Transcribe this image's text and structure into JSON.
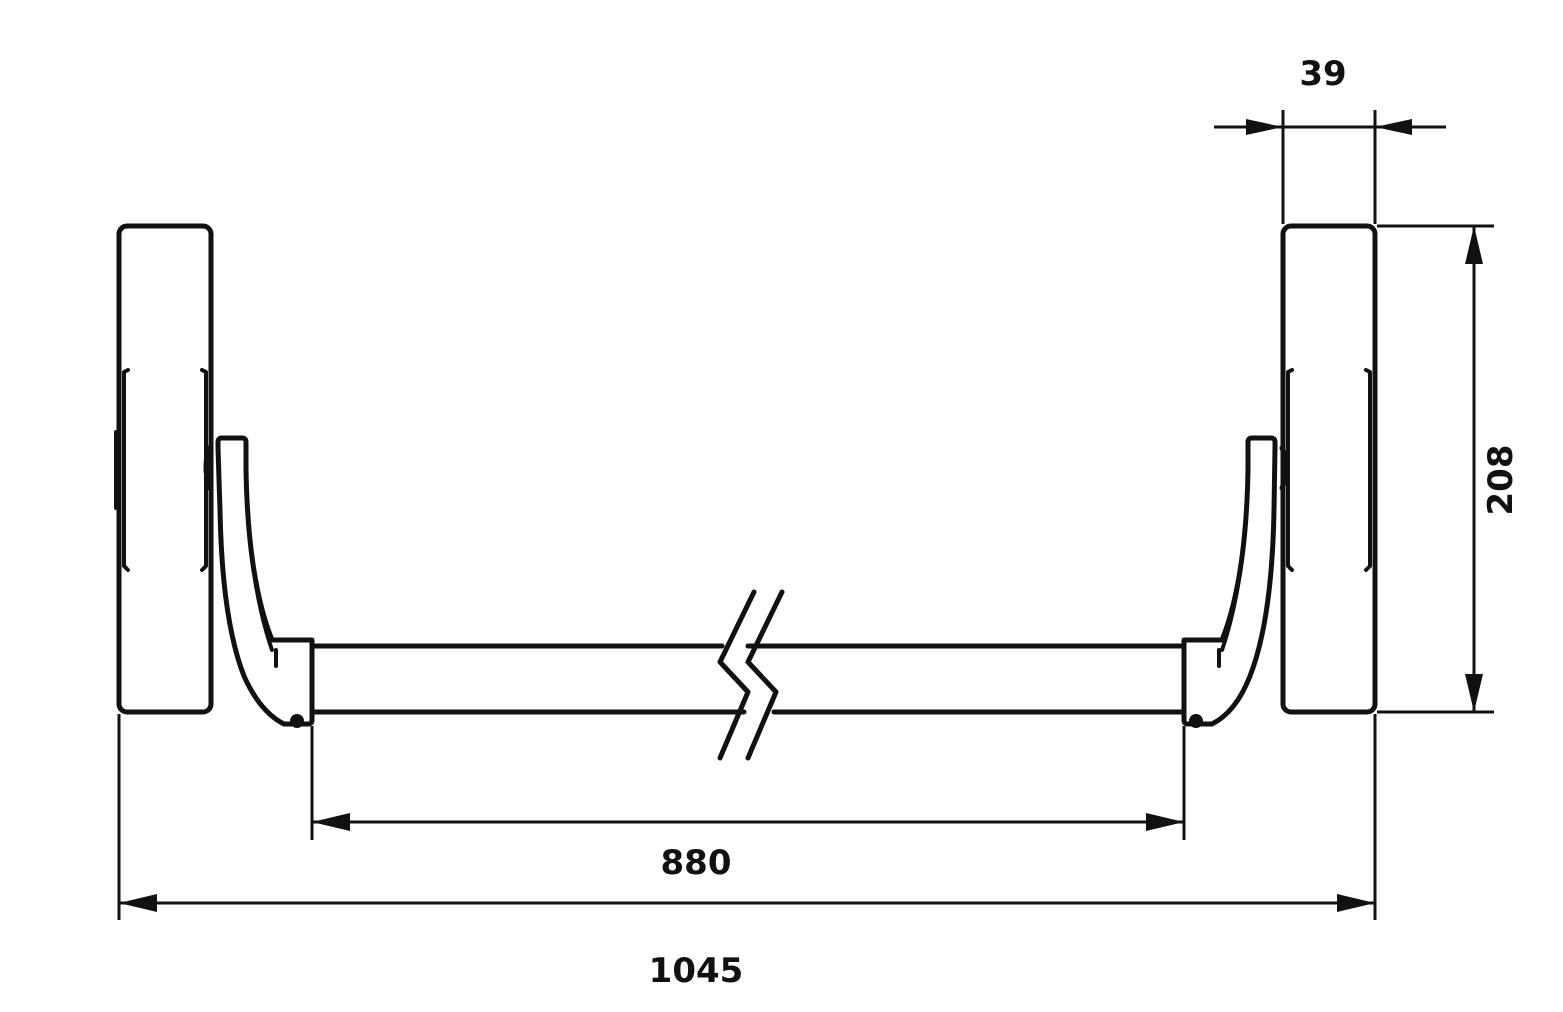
{
  "drawing": {
    "line_color": "#111111",
    "background": "#ffffff",
    "dimensions": {
      "overall_width": "1045",
      "bar_length": "880",
      "height": "208",
      "depth": "39"
    }
  }
}
